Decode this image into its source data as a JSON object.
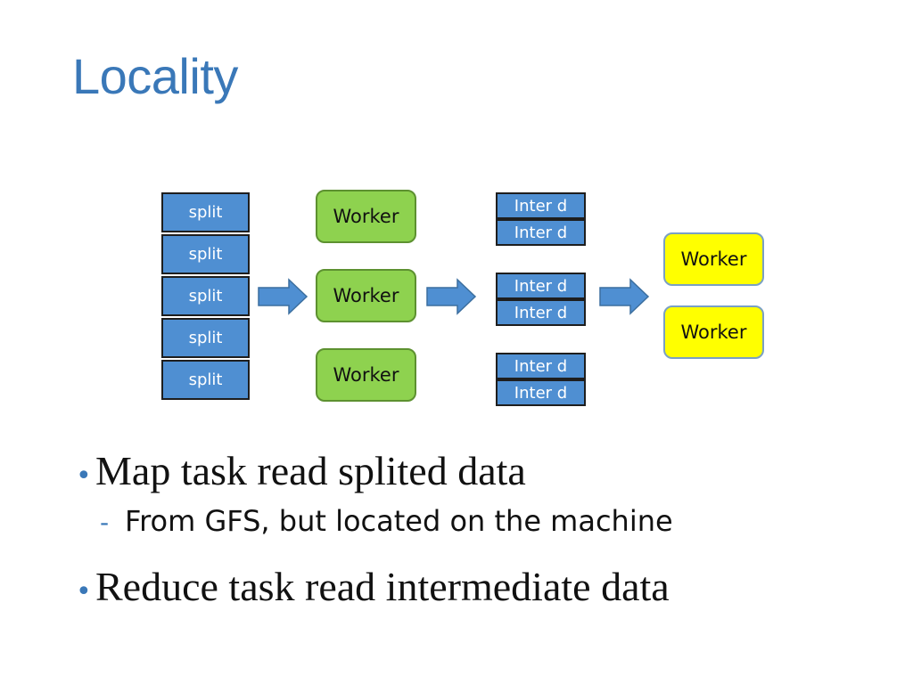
{
  "slide": {
    "title": "Locality"
  },
  "diagram": {
    "splits": [
      "split",
      "split",
      "split",
      "split",
      "split"
    ],
    "map_workers": [
      "Worker",
      "Worker",
      "Worker"
    ],
    "intermediate_files": [
      "Inter d",
      "Inter d",
      "Inter d",
      "Inter d",
      "Inter d",
      "Inter d"
    ],
    "reduce_workers": [
      "Worker",
      "Worker"
    ],
    "colors": {
      "split_fill": "#4f8fd2",
      "map_worker_fill": "#8ed24f",
      "reduce_worker_fill": "#ffff00",
      "arrow_fill": "#4f8fd2",
      "title": "#3a78b8"
    }
  },
  "bullets": [
    {
      "text": "Map task read splited data",
      "sub": [
        "From GFS, but located on the machine"
      ]
    },
    {
      "text": "Reduce task read intermediate data",
      "sub": []
    }
  ]
}
